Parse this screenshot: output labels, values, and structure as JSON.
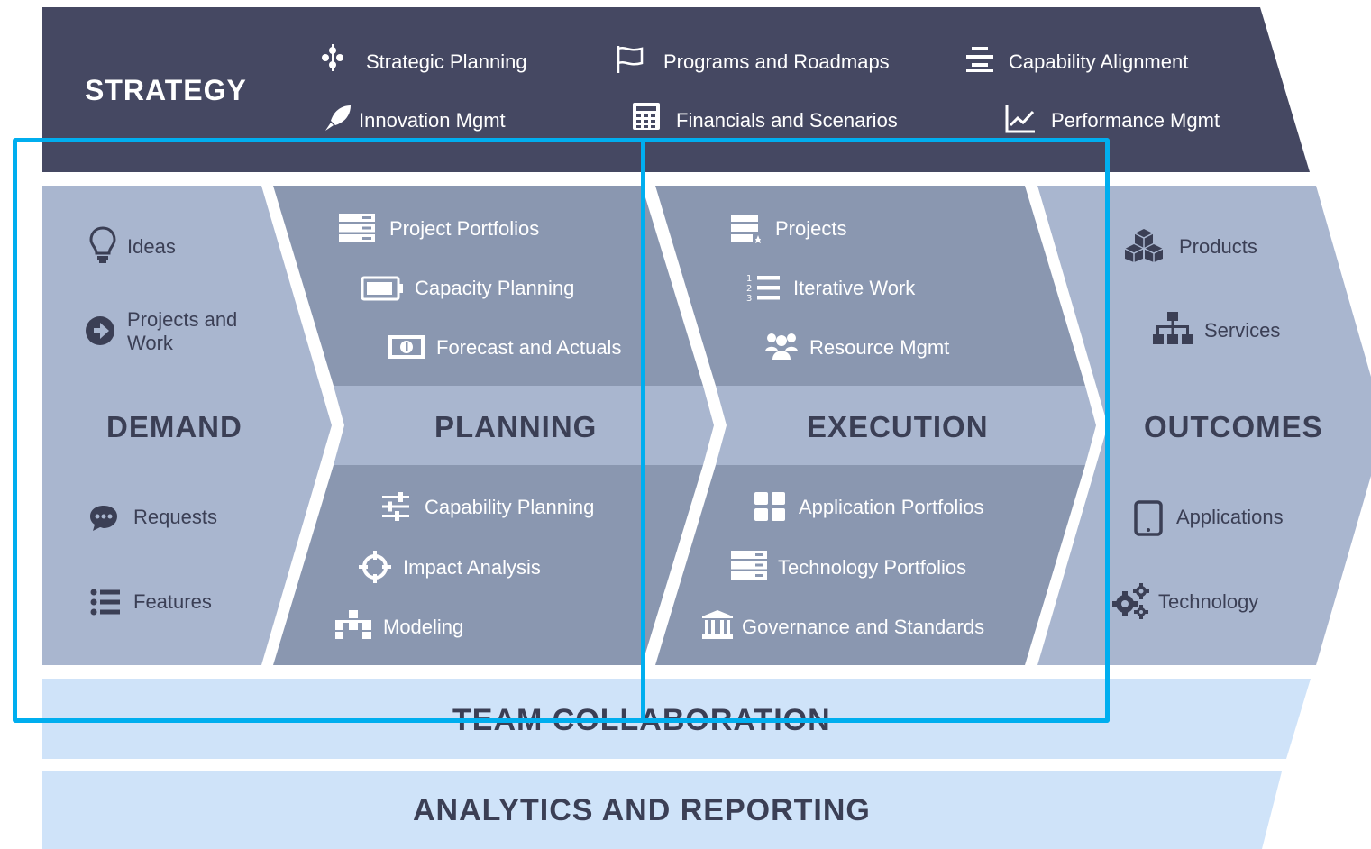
{
  "strategy": {
    "title": "STRATEGY",
    "items": [
      "Strategic Planning",
      "Programs and Roadmaps",
      "Capability Alignment",
      "Innovation Mgmt",
      "Financials and Scenarios",
      "Performance Mgmt"
    ]
  },
  "demand": {
    "title": "DEMAND",
    "items": [
      "Ideas",
      "Projects and\nWork",
      "Requests",
      "Features"
    ]
  },
  "planning": {
    "title": "PLANNING",
    "top_items": [
      "Project Portfolios",
      "Capacity Planning",
      "Forecast and Actuals"
    ],
    "bottom_items": [
      "Capability Planning",
      "Impact Analysis",
      "Modeling"
    ]
  },
  "execution": {
    "title": "EXECUTION",
    "top_items": [
      "Projects",
      "Iterative Work",
      "Resource Mgmt"
    ],
    "bottom_items": [
      "Application Portfolios",
      "Technology Portfolios",
      "Governance and Standards"
    ]
  },
  "outcomes": {
    "title": "OUTCOMES",
    "items": [
      "Products",
      "Services",
      "Applications",
      "Technology"
    ]
  },
  "bands": {
    "team_collaboration": "TEAM COLLABORATION",
    "analytics": "ANALYTICS AND REPORTING"
  },
  "colors": {
    "strategy_bg": "#454862",
    "column_light": "#a9b6cf",
    "column_mid": "#8a97b0",
    "band_light": "#cfe3f9",
    "highlight": "#00aeef",
    "text_dark": "#3b3f55"
  }
}
